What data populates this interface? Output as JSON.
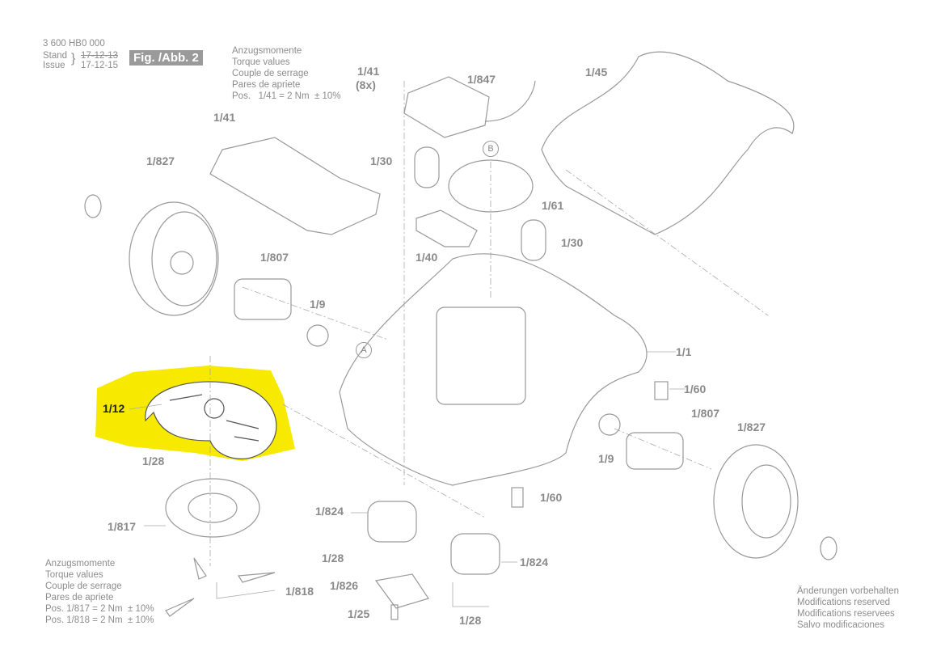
{
  "header": {
    "part_number": "3 600 HB0 000",
    "stand_label": "Stand",
    "issue_label": "Issue",
    "old_date": "17-12-13",
    "new_date": "17-12-15",
    "figure": "Fig. /Abb. 2"
  },
  "torque_top": [
    "Anzugsmomente",
    "Torque values",
    "Couple de serrage",
    "Pares de apriete",
    "Pos.   1/41 = 2 Nm  ± 10%"
  ],
  "torque_bottom": [
    "Anzugsmomente",
    "Torque values",
    "Couple de serrage",
    "Pares de apriete",
    "Pos. 1/817 = 2 Nm  ± 10%",
    "Pos. 1/818 = 2 Nm  ± 10%"
  ],
  "modifications": [
    "Änderungen vorbehalten",
    "Modifications reserved",
    "Modifications reservees",
    "Salvo modificaciones"
  ],
  "highlight_color": "#f7ea00",
  "markers": {
    "a": "A",
    "b": "B"
  },
  "parts": {
    "p1_41_top": "1/41",
    "p8x": "(8x)",
    "p1_847": "1/847",
    "p1_45": "1/45",
    "p1_41_left": "1/41",
    "p1_827_left": "1/827",
    "p1_30_a": "1/30",
    "p1_61": "1/61",
    "p1_40": "1/40",
    "p1_30_b": "1/30",
    "p1_807_left": "1/807",
    "p1_9_left": "1/9",
    "p1_1": "1/1",
    "p1_12": "1/12",
    "p1_60_a": "1/60",
    "p1_807_right": "1/807",
    "p1_827_right": "1/827",
    "p1_28_a": "1/28",
    "p1_9_right": "1/9",
    "p1_824_a": "1/824",
    "p1_60_b": "1/60",
    "p1_817": "1/817",
    "p1_28_b": "1/28",
    "p1_824_b": "1/824",
    "p1_818": "1/818",
    "p1_826": "1/826",
    "p1_25": "1/25",
    "p1_28_c": "1/28"
  }
}
